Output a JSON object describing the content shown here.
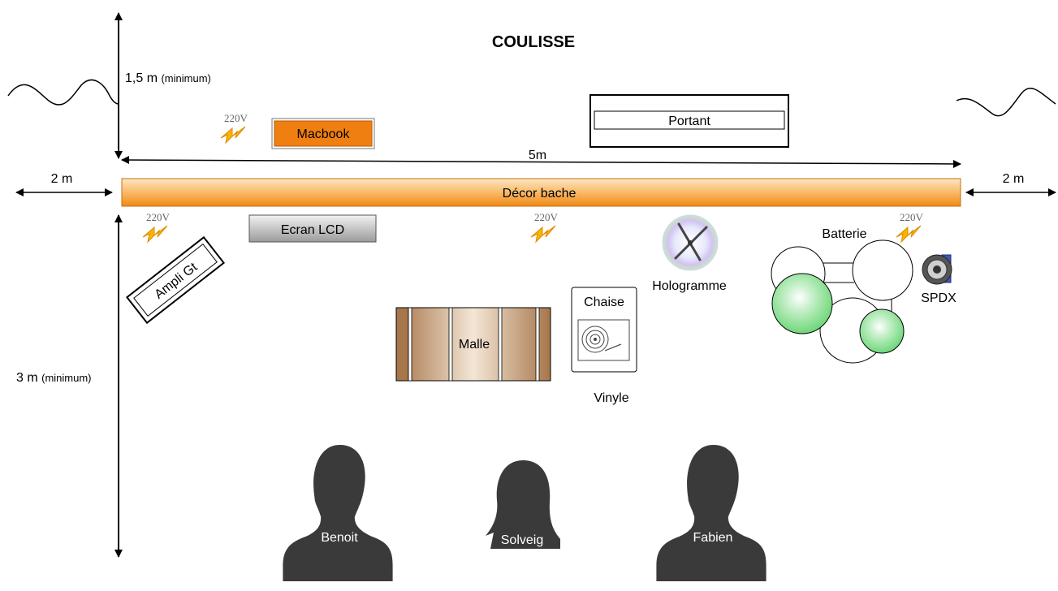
{
  "title": "COULISSE",
  "dimensions": {
    "top_height_value": "1,5 m",
    "top_height_note": "(minimum)",
    "bottom_height_value": "3 m",
    "bottom_height_note": "(minimum)",
    "width": "5m",
    "left_margin": "2 m",
    "right_margin": "2 m"
  },
  "items": {
    "decor": "Décor bache",
    "portant": "Portant",
    "macbook": "Macbook",
    "ecran": "Ecran LCD",
    "ampli": "Ampli Gt",
    "malle": "Malle",
    "chaise": "Chaise",
    "vinyle": "Vinyle",
    "hologramme": "Hologramme",
    "batterie": "Batterie",
    "spdx": "SPDX"
  },
  "power_label": "220V",
  "people": [
    "Benoit",
    "Solveig",
    "Fabien"
  ],
  "colors": {
    "macbook": "#f07f12",
    "decor_top": "#fde6c4",
    "decor_bottom": "#f2931e",
    "malle": "#a8774a",
    "drum_green": "#7fdc86",
    "bolt": "#f5b400",
    "silhouette": "#3a3a3a"
  },
  "icons": [
    "lightning-icon",
    "person-silhouette-icon",
    "propeller-icon",
    "vinyl-icon",
    "speaker-icon"
  ]
}
